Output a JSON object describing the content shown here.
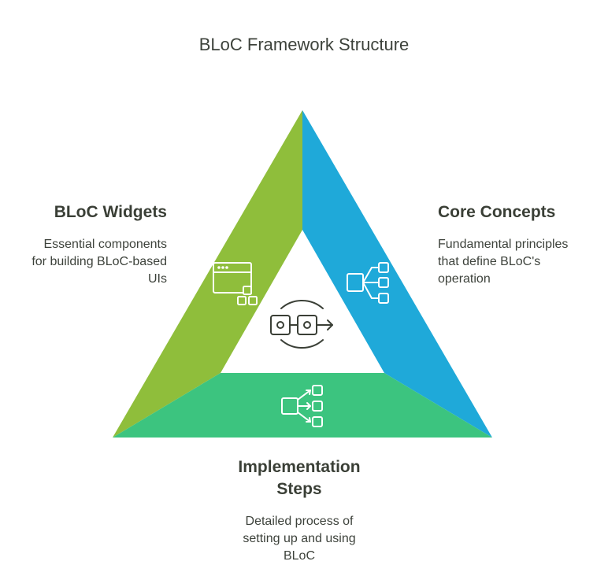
{
  "title": "BLoC Framework Structure",
  "sections": {
    "left": {
      "heading": "BLoC Widgets",
      "desc": [
        "Essential components",
        "for building BLoC-based",
        "UIs"
      ],
      "color": "#8fbe3b",
      "icon": "app-window-blocks-icon"
    },
    "right": {
      "heading": "Core Concepts",
      "desc": [
        "Fundamental principles",
        "that define BLoC's",
        "operation"
      ],
      "color": "#1fa9d9",
      "icon": "hierarchy-branches-icon"
    },
    "bottom": {
      "heading": [
        "Implementation",
        "Steps"
      ],
      "desc": [
        "Detailed process of",
        "setting up and using",
        "BLoC"
      ],
      "color": "#3cc47f",
      "icon": "flow-split-icon"
    },
    "center": {
      "icon": "cycle-exchange-icon"
    }
  }
}
